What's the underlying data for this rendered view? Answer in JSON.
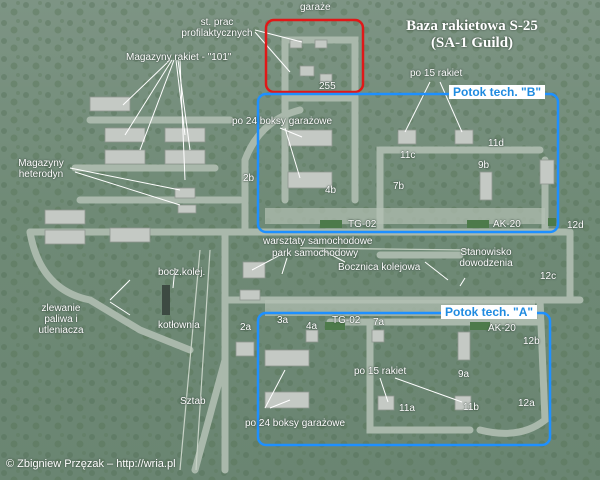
{
  "map": {
    "title_line1": "Baza rakietowa S-25",
    "title_line2": "(SA-1 Guild)",
    "credit": "© Zbigniew Przęzak – http://wria.pl",
    "zones": {
      "tech_b_label": "Potok tech. \"B\"",
      "tech_a_label": "Potok tech. \"A\"",
      "colors": {
        "tech_zone": "#1e90ff",
        "garage_zone": "#e01818"
      }
    },
    "labels": {
      "garaze": "garaże",
      "st_prac_1": "st. prac",
      "st_prac_2": "profilaktycznych",
      "magazyny_101": "Magazyny rakiet - \"101\"",
      "magazyny_het_1": "Magazyny",
      "magazyny_het_2": "heterodyn",
      "po_15_top": "po 15 rakiet",
      "po_24_top": "po 24 boksy garażowe",
      "b255": "255",
      "b11c": "11c",
      "b11d": "11d",
      "b9b": "9b",
      "b2b": "2b",
      "b4b": "4b",
      "b7b": "7b",
      "tg02_top": "TG-02",
      "ak20_top": "AK-20",
      "b12d": "12d",
      "warsztaty": "warsztaty samochodowe",
      "park": "park samochodowy",
      "bocz_kolej": "bocz.kolej.",
      "bocznica": "Bocznica kolejowa",
      "stanowisko_1": "Stanowisko",
      "stanowisko_2": "dowodzenia",
      "zlewanie_1": "zlewanie",
      "zlewanie_2": "paliwa i",
      "zlewanie_3": "utleniacza",
      "kotlownia": "kotłownia",
      "b12c": "12c",
      "b2a": "2a",
      "b3a": "3a",
      "b4a": "4a",
      "tg02_bottom": "TG-02",
      "b7a": "7a",
      "ak20_bottom": "AK-20",
      "b12b": "12b",
      "po_15_bottom": "po 15 rakiet",
      "b9a": "9a",
      "sztab": "Sztab",
      "b11a": "11a",
      "b11b": "11b",
      "b12a": "12a",
      "po_24_bottom": "po 24 boksy garażowe"
    }
  }
}
